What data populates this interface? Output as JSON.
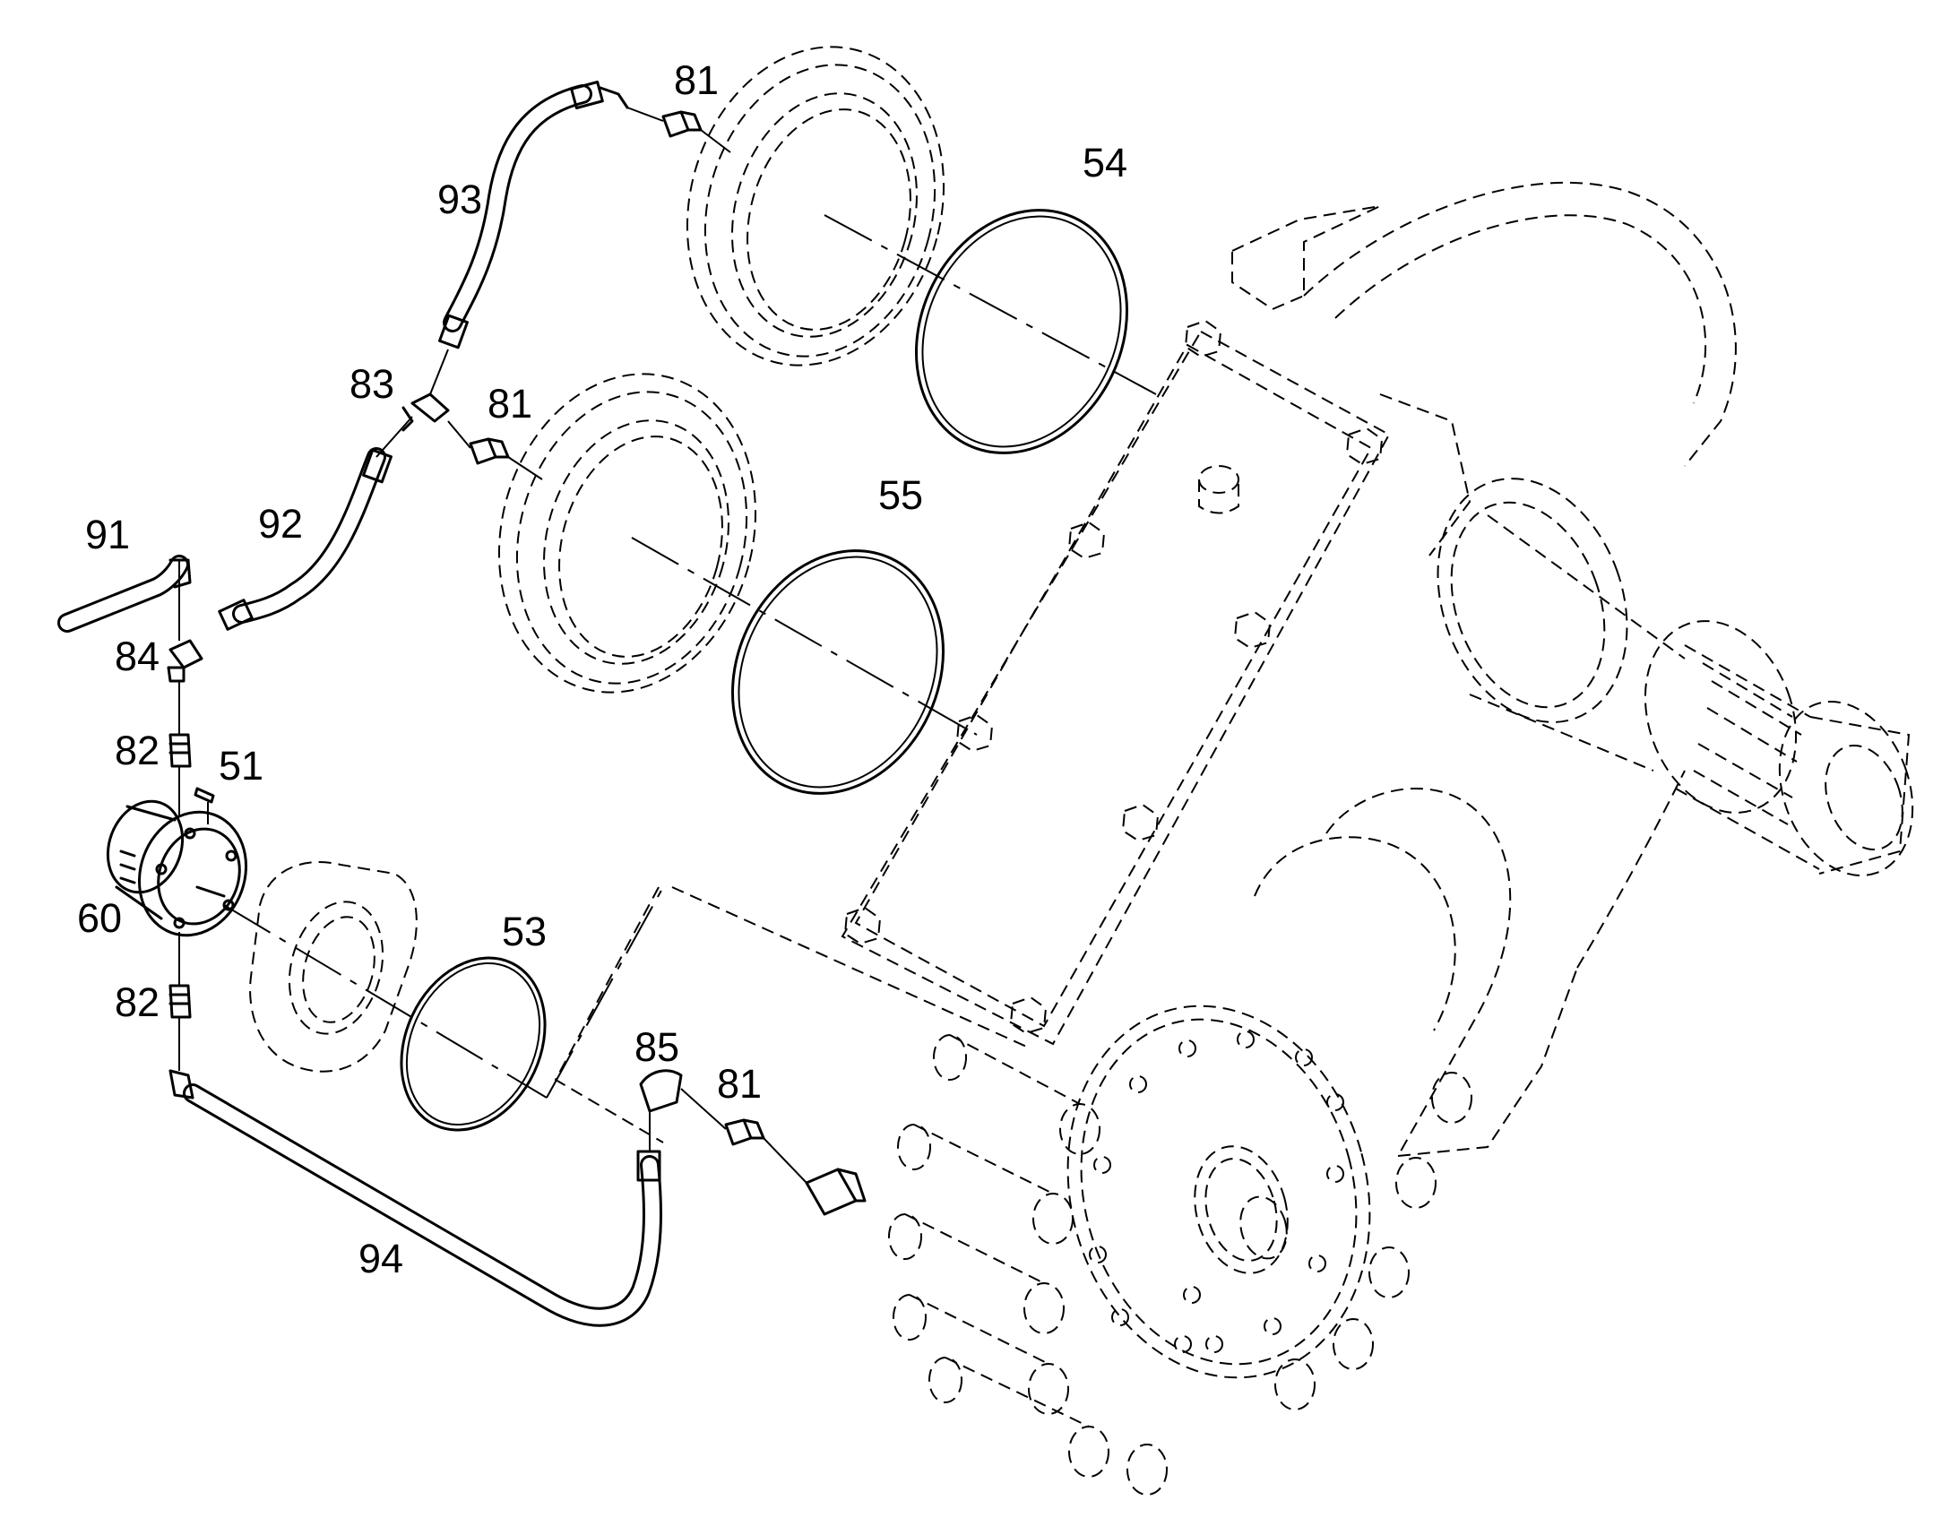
{
  "diagram": {
    "type": "exploded parts diagram",
    "callouts": [
      {
        "id": "81-top",
        "text": "81"
      },
      {
        "id": "54",
        "text": "54"
      },
      {
        "id": "93",
        "text": "93"
      },
      {
        "id": "83",
        "text": "83"
      },
      {
        "id": "81-mid",
        "text": "81"
      },
      {
        "id": "55",
        "text": "55"
      },
      {
        "id": "91",
        "text": "91"
      },
      {
        "id": "92",
        "text": "92"
      },
      {
        "id": "84",
        "text": "84"
      },
      {
        "id": "82-top",
        "text": "82"
      },
      {
        "id": "51",
        "text": "51"
      },
      {
        "id": "60",
        "text": "60"
      },
      {
        "id": "53",
        "text": "53"
      },
      {
        "id": "82-bottom",
        "text": "82"
      },
      {
        "id": "85",
        "text": "85"
      },
      {
        "id": "81-bottom",
        "text": "81"
      },
      {
        "id": "94",
        "text": "94"
      }
    ]
  }
}
